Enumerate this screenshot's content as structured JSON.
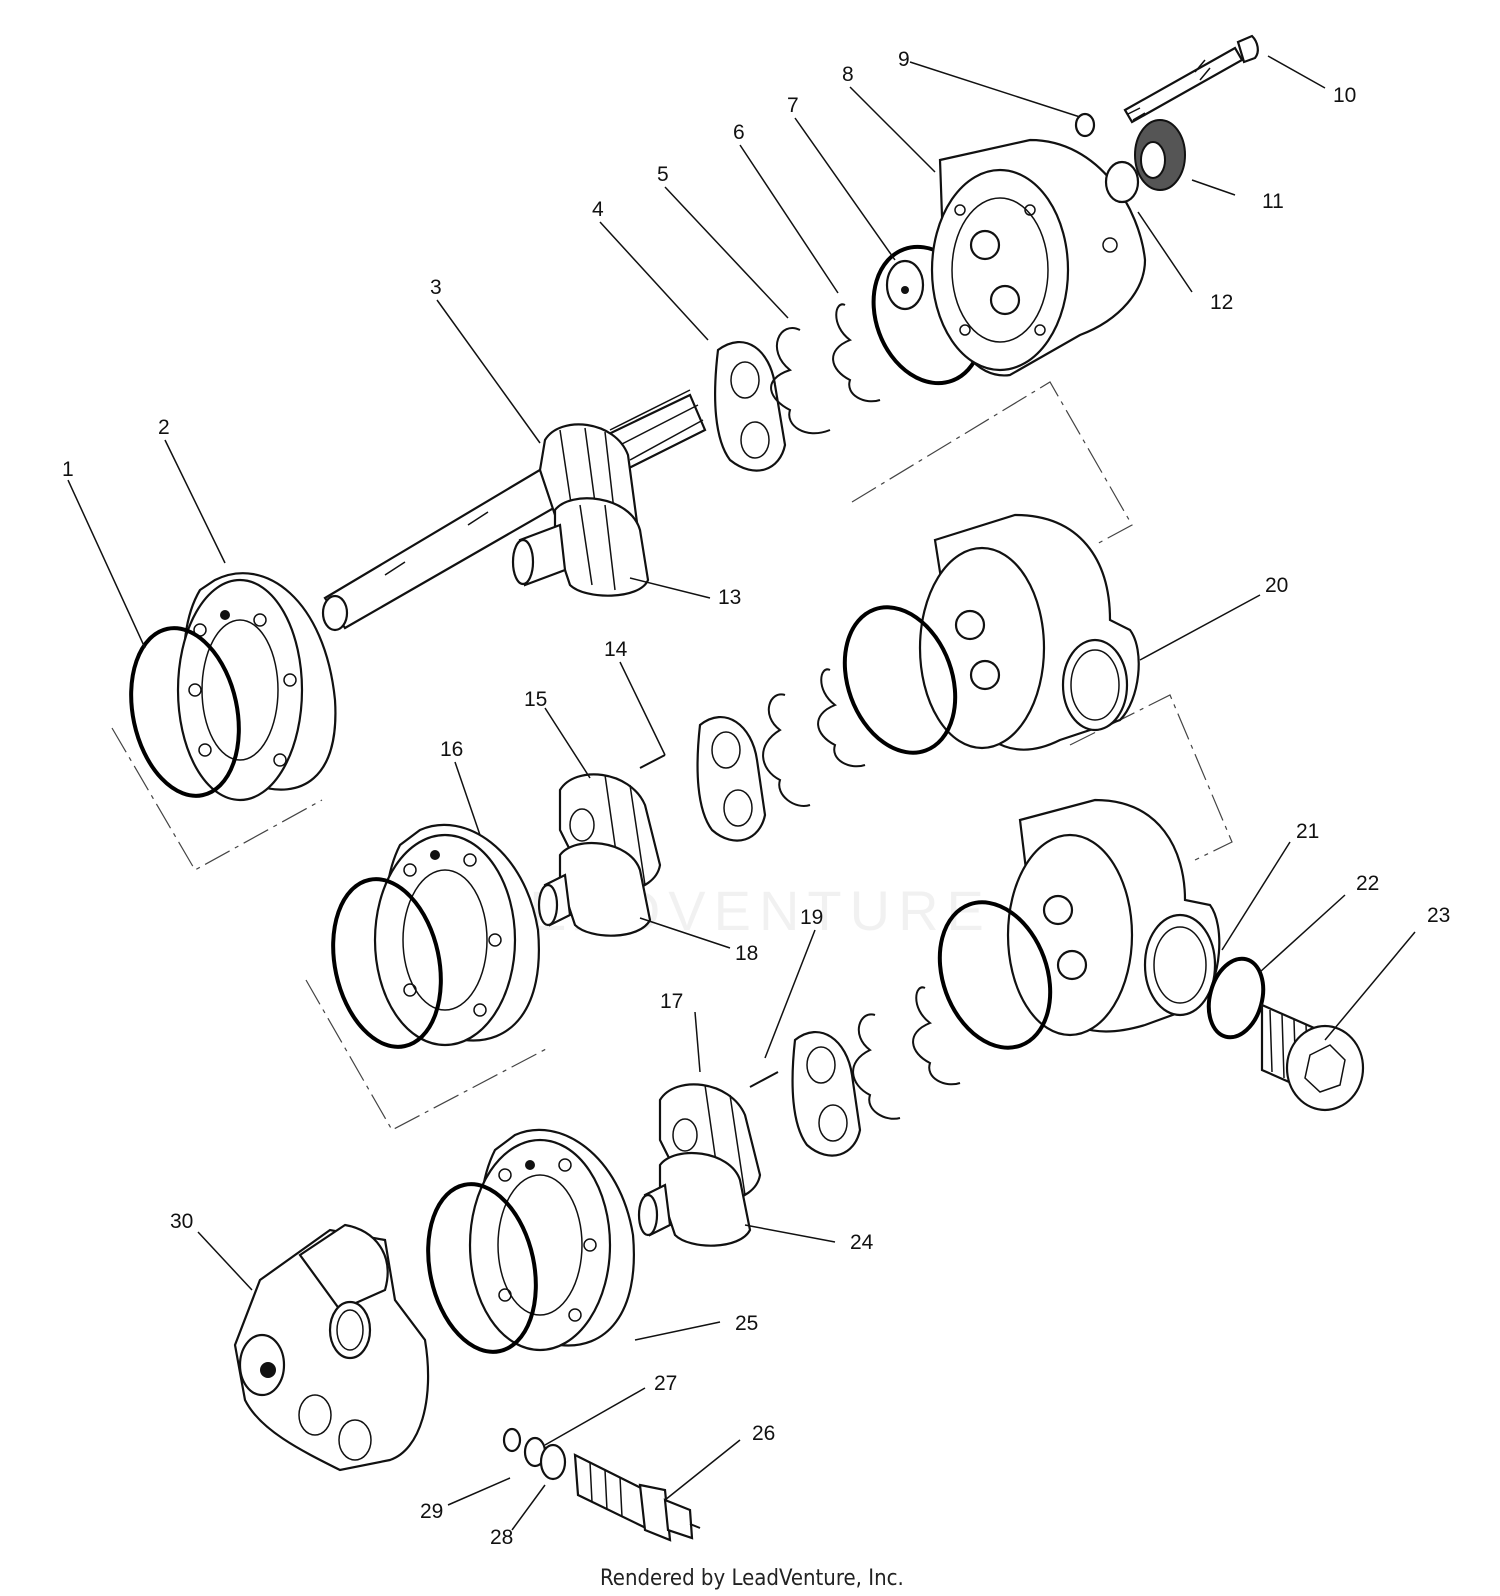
{
  "watermark": "LEADVENTURE",
  "credit": "Rendered by LeadVenture, Inc.",
  "callouts": [
    {
      "id": "1",
      "text": "1"
    },
    {
      "id": "2",
      "text": "2"
    },
    {
      "id": "3",
      "text": "3"
    },
    {
      "id": "4",
      "text": "4"
    },
    {
      "id": "5",
      "text": "5"
    },
    {
      "id": "6",
      "text": "6"
    },
    {
      "id": "7",
      "text": "7"
    },
    {
      "id": "8",
      "text": "8"
    },
    {
      "id": "9",
      "text": "9"
    },
    {
      "id": "10",
      "text": "10"
    },
    {
      "id": "11",
      "text": "11"
    },
    {
      "id": "12",
      "text": "12"
    },
    {
      "id": "13",
      "text": "13"
    },
    {
      "id": "14",
      "text": "14"
    },
    {
      "id": "15",
      "text": "15"
    },
    {
      "id": "16",
      "text": "16"
    },
    {
      "id": "17",
      "text": "17"
    },
    {
      "id": "18",
      "text": "18"
    },
    {
      "id": "19",
      "text": "19"
    },
    {
      "id": "20",
      "text": "20"
    },
    {
      "id": "21",
      "text": "21"
    },
    {
      "id": "22",
      "text": "22"
    },
    {
      "id": "23",
      "text": "23"
    },
    {
      "id": "24",
      "text": "24"
    },
    {
      "id": "25",
      "text": "25"
    },
    {
      "id": "26",
      "text": "26"
    },
    {
      "id": "27",
      "text": "27"
    },
    {
      "id": "28",
      "text": "28"
    },
    {
      "id": "29",
      "text": "29"
    },
    {
      "id": "30",
      "text": "30"
    }
  ]
}
